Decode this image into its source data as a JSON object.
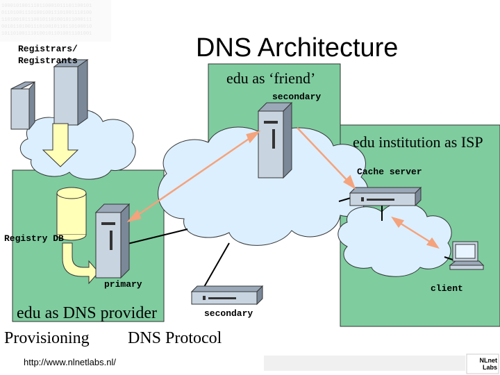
{
  "title": "DNS Architecture",
  "labels": {
    "registrars": "Registrars/\nRegistrants",
    "friend": "edu as ‘friend’",
    "friend_secondary": "secondary",
    "isp": "edu institution as ISP",
    "cache_server": "Cache server",
    "registry_db": "Registry DB",
    "primary": "primary",
    "client": "client",
    "provider": "edu as DNS provider",
    "bottom_secondary": "secondary",
    "provisioning": "Provisioning",
    "protocol": "DNS Protocol"
  },
  "footer": {
    "url": "http://www.nlnetlabs.nl/",
    "logo": "NLnet Labs"
  },
  "colors": {
    "region_fill": "#7fcc9f",
    "cloud_fill": "#dcefff",
    "device_fill": "#c8d4e0",
    "arrow": "#f4a37c",
    "link": "#000000"
  }
}
